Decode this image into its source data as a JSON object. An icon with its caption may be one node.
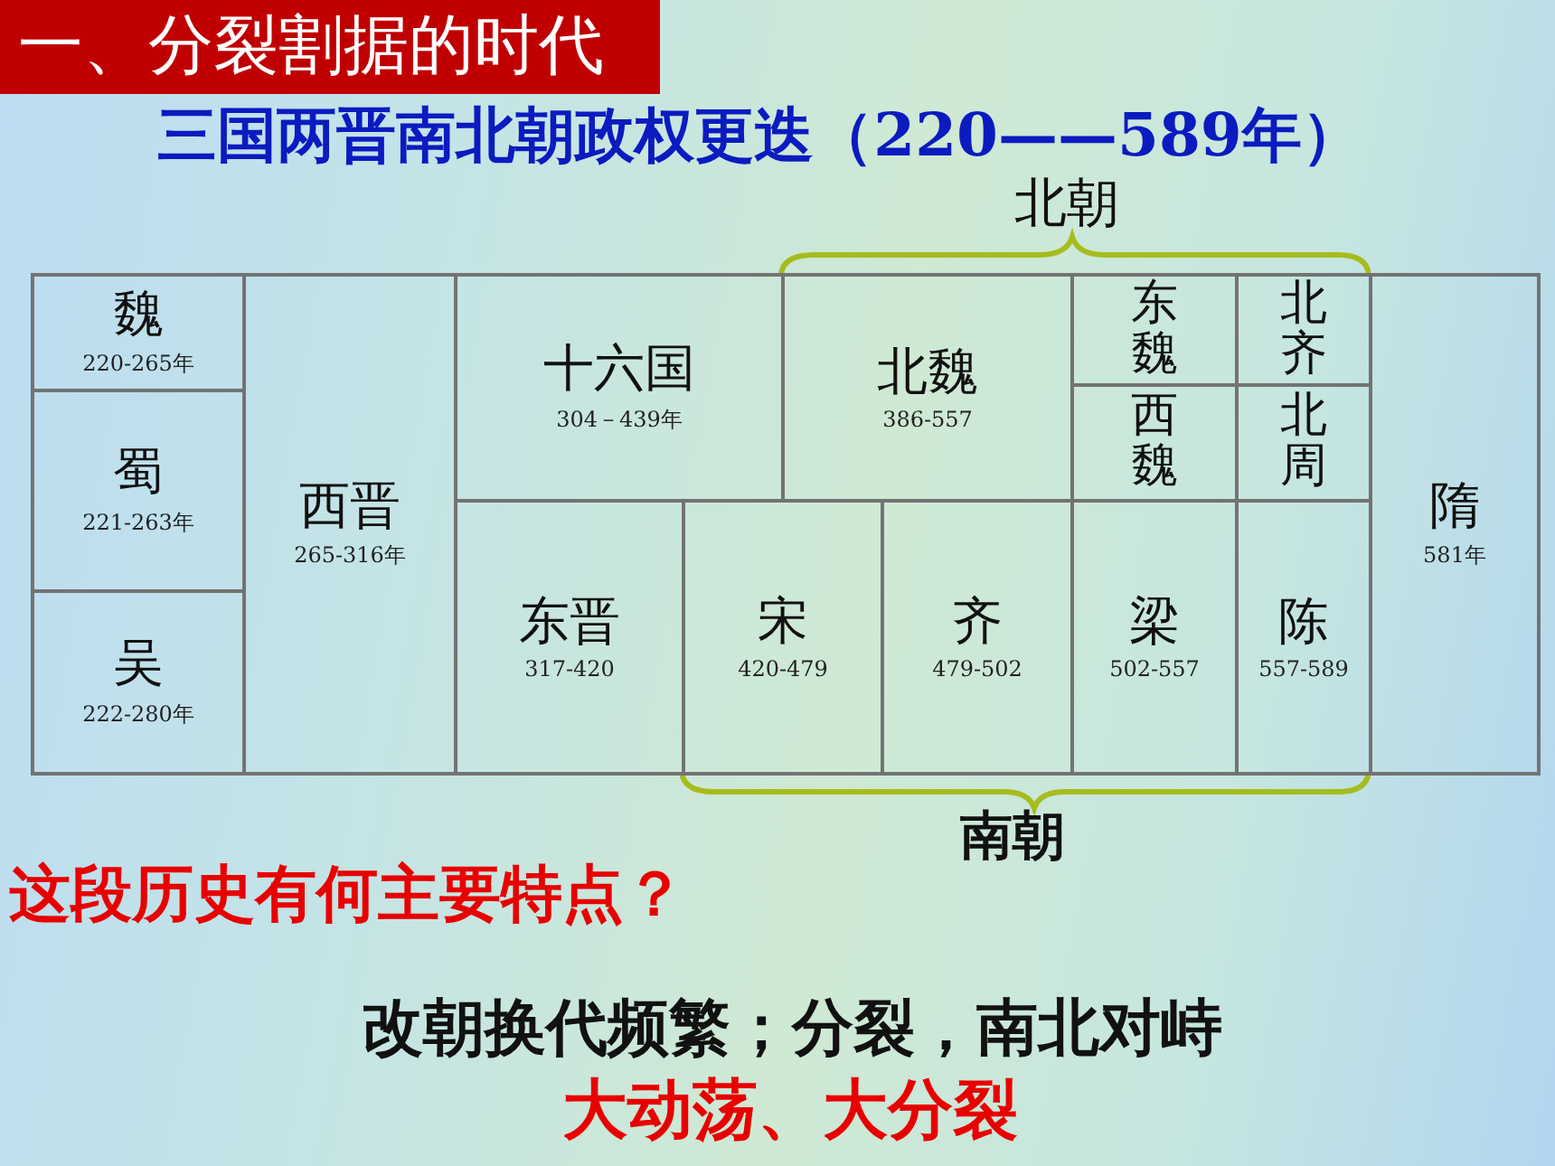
{
  "diagram": {
    "title": "一、分裂割据的时代",
    "nodes": [
      {
        "text": [
          "魏",
          "220-265年"
        ]
      },
      {
        "text": [
          "蜀",
          "221-263年"
        ]
      },
      {
        "text": [
          "吴",
          "222-280年"
        ]
      },
      {
        "text": [
          "西晋",
          "265-316年"
        ]
      },
      {
        "text": [
          "十六国",
          "304－439年"
        ]
      },
      {
        "text": [
          "东晋",
          "317-420"
        ]
      },
      {
        "text": [
          "北魏",
          "386-557"
        ]
      },
      {
        "text": [
          "宋",
          "420-479"
        ]
      },
      {
        "text": [
          "齐",
          "479-502"
        ]
      },
      {
        "text": [
          "东魏"
        ]
      },
      {
        "text": [
          "北齐"
        ]
      },
      {
        "text": [
          "西魏"
        ]
      },
      {
        "text": [
          "北周"
        ]
      },
      {
        "text": [
          "梁",
          "502-557"
        ]
      },
      {
        "text": [
          "陈",
          "557-589"
        ]
      },
      {
        "text": [
          "隋",
          "581年"
        ]
      }
    ],
    "labels": [
      "三国两晋南北朝政权更迭（220——589年）",
      "北朝",
      "南朝",
      "这段历史有何主要特点？",
      "改朝换代频繁；分裂，南北对峙",
      "大动荡、大分裂"
    ]
  }
}
